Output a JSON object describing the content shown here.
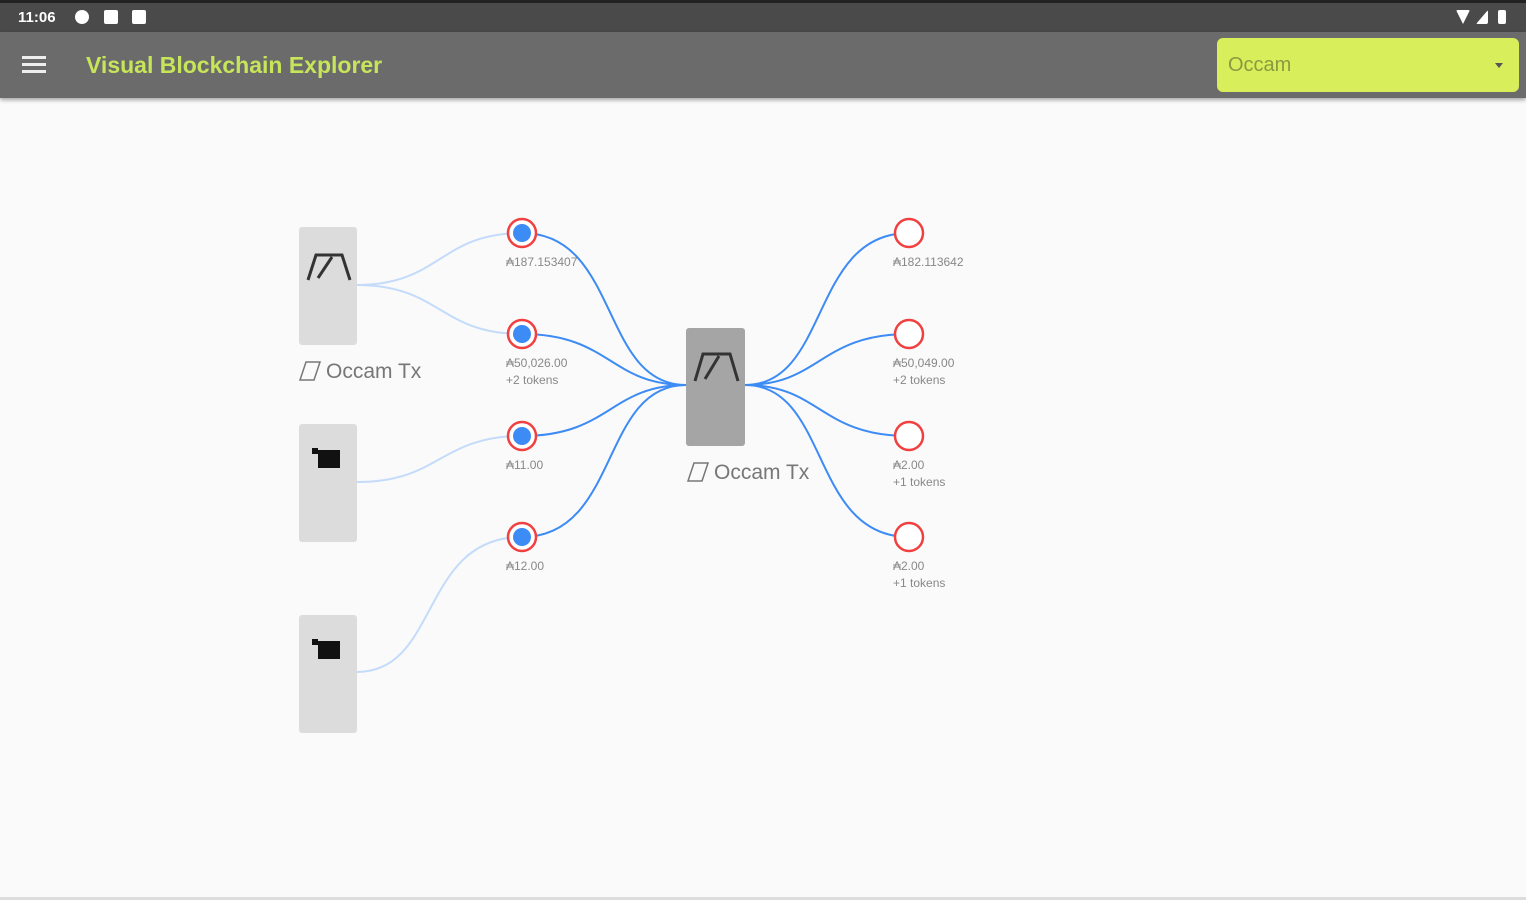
{
  "status_bar": {
    "time": "11:06",
    "icons": [
      "gear-icon",
      "sim-icon",
      "sd-card-icon",
      "wifi-icon",
      "signal-icon",
      "battery-icon"
    ]
  },
  "app_bar": {
    "title": "Visual Blockchain Explorer",
    "network_select": "Occam",
    "menu_icon": "hamburger-menu-icon"
  },
  "graph": {
    "center_tx": {
      "label": "Occam Tx"
    },
    "source_txs": [
      {
        "label": "Occam Tx",
        "icon": "occam-logo-icon"
      },
      {
        "label": "",
        "icon": "scroll-icon"
      },
      {
        "label": "",
        "icon": "scroll-icon"
      }
    ],
    "inputs": [
      {
        "amount": "₳187.153407",
        "tokens": ""
      },
      {
        "amount": "₳50,026.00",
        "tokens": "+2 tokens"
      },
      {
        "amount": "₳11.00",
        "tokens": ""
      },
      {
        "amount": "₳12.00",
        "tokens": ""
      }
    ],
    "outputs": [
      {
        "amount": "₳182.113642",
        "tokens": ""
      },
      {
        "amount": "₳50,049.00",
        "tokens": "+2 tokens"
      },
      {
        "amount": "₳2.00",
        "tokens": "+1 tokens"
      },
      {
        "amount": "₳2.00",
        "tokens": "+1 tokens"
      }
    ],
    "colors": {
      "edge": "#3d8bf5",
      "edge_faded": "#c4dbfa",
      "utxo_ring": "#f04040",
      "utxo_fill": "#3d8bf5"
    }
  }
}
